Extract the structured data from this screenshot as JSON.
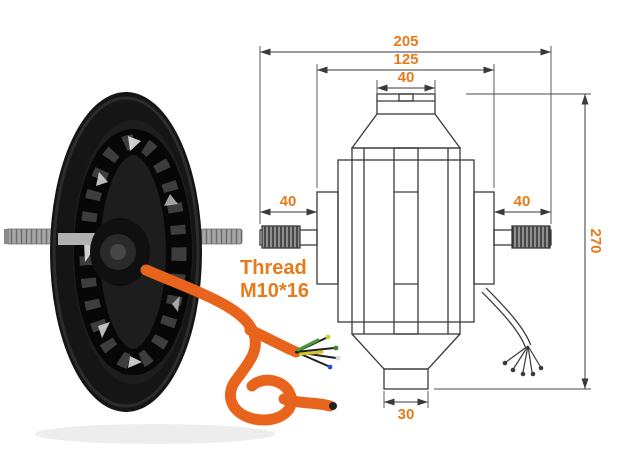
{
  "page": {
    "background": "#ffffff"
  },
  "colors": {
    "dim_text": "#e87a1a",
    "drawing_line": "#3a3a3a",
    "cable_orange": "#e8641c"
  },
  "dimensions": {
    "overall_width": "205",
    "body_width": "125",
    "rim_top_width": "40",
    "axle_left_length": "40",
    "axle_right_length": "40",
    "overall_height": "270",
    "rim_bottom_width": "30"
  },
  "annotations": {
    "thread_line1": "Thread",
    "thread_line2": "M10*16"
  }
}
